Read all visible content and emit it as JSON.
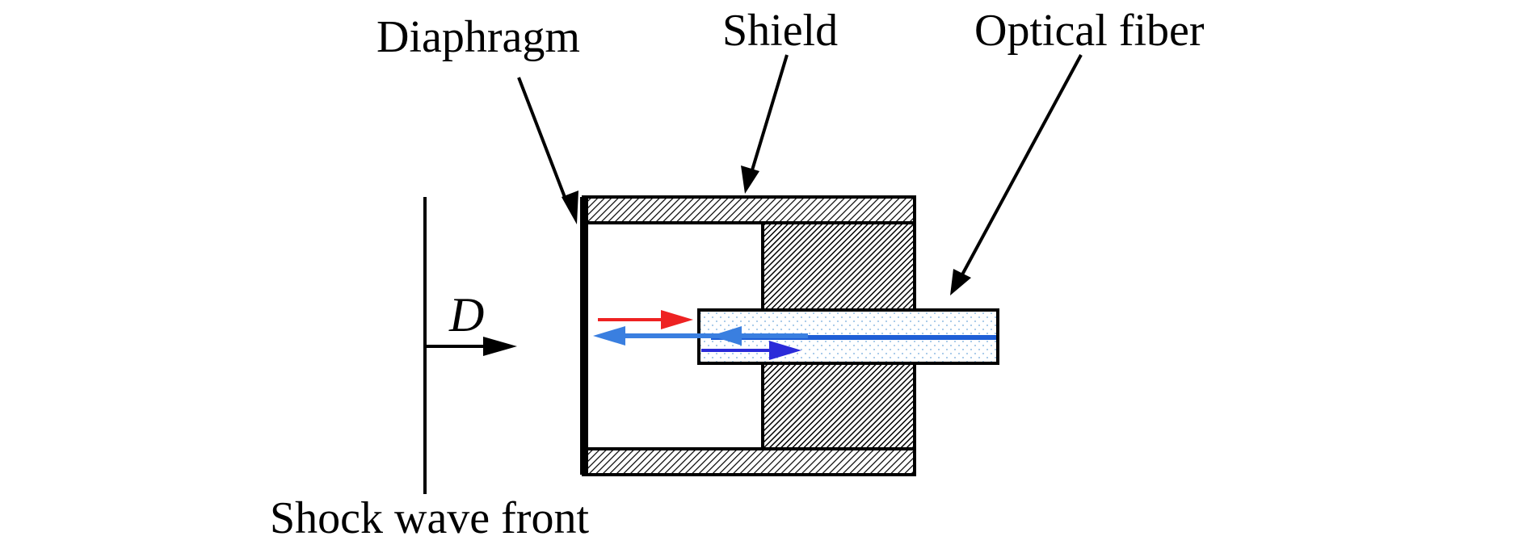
{
  "labels": {
    "diaphragm": "Diaphragm",
    "shield": "Shield",
    "optical_fiber": "Optical fiber",
    "shock_wave_front": "Shock wave front",
    "detonation_velocity": "D"
  },
  "colors": {
    "incident_light": "#ee2222",
    "reflected_light": "#3a7fe0",
    "fiber_core": "#1f5fd6",
    "returned_light": "#2b2bd9",
    "hatch": "#000000",
    "outline": "#000000"
  }
}
